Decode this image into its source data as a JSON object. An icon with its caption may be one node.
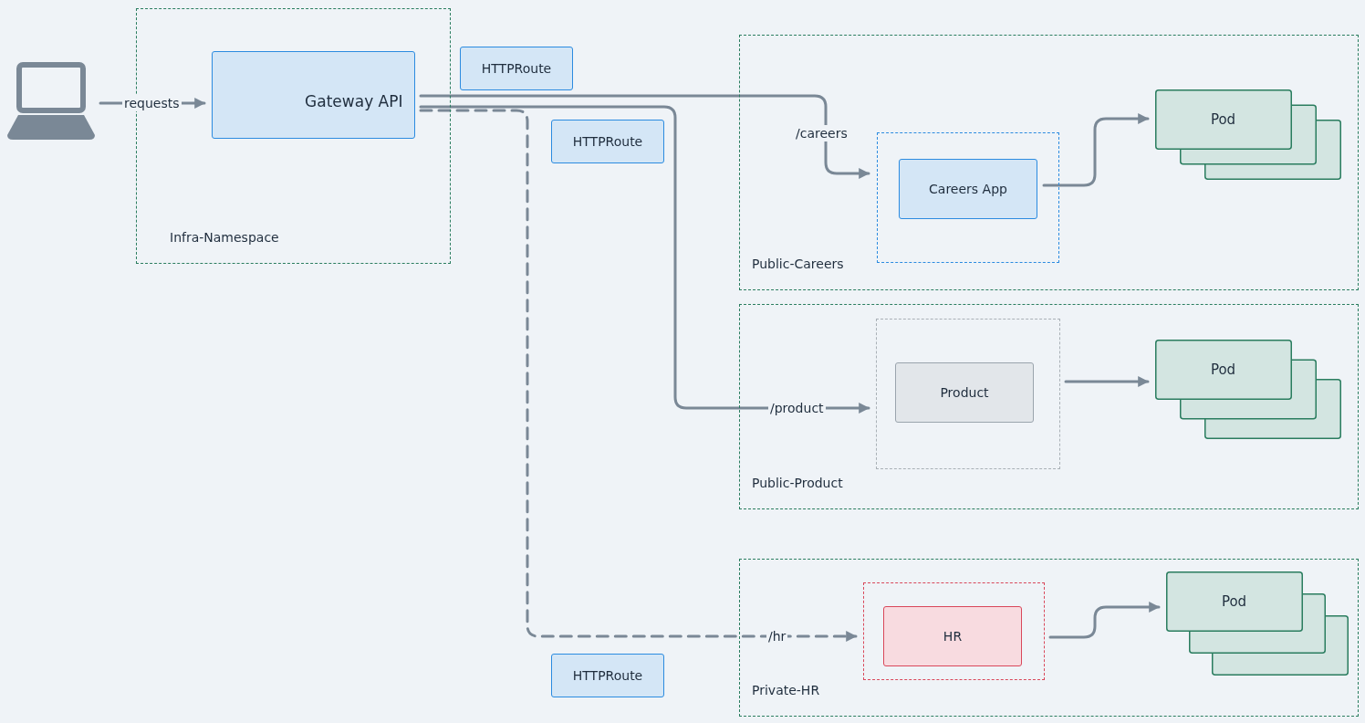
{
  "diagram": {
    "nodes": [
      {
        "text": [],
        "shape": "picture"
      },
      {
        "text": [
          "Infra-Namespace"
        ]
      },
      {
        "text": [
          "Gateway API"
        ],
        "in": 1
      },
      {
        "text": [
          "HTTPRoute"
        ]
      },
      {
        "text": [
          "HTTPRoute"
        ]
      },
      {
        "text": [
          "Public-Careers"
        ]
      },
      {
        "text": [],
        "shape": "box",
        "in": 5
      },
      {
        "text": [
          "Careers App"
        ],
        "in": 6
      },
      {
        "text": [
          "Pod"
        ],
        "in": 5
      },
      {
        "text": [
          "Public-Product"
        ]
      },
      {
        "text": [],
        "shape": "box",
        "in": 9
      },
      {
        "text": [
          "Product"
        ],
        "in": 10
      },
      {
        "text": [
          "Pod"
        ],
        "in": 9
      },
      {
        "text": [
          "Private-HR"
        ]
      },
      {
        "text": [],
        "shape": "box",
        "in": 13
      },
      {
        "text": [
          "HR"
        ],
        "in": 14
      },
      {
        "text": [
          "Pod"
        ],
        "in": 13
      },
      {
        "text": [
          "HTTPRoute"
        ]
      }
    ],
    "edges": [
      {
        "from": 0,
        "to": 2,
        "arrow": "to",
        "label": "requests"
      },
      {
        "from": 2,
        "to": 6,
        "arrow": "to",
        "label": "/careers"
      },
      {
        "from": 2,
        "to": 10,
        "arrow": "to",
        "label": "/product"
      },
      {
        "from": 2,
        "to": 14,
        "arrow": "to",
        "label": "/hr",
        "style": "dashed"
      },
      {
        "from": 7,
        "to": 8,
        "arrow": "to"
      },
      {
        "from": 10,
        "to": 12,
        "arrow": "to"
      },
      {
        "from": 14,
        "to": 16,
        "arrow": "to"
      }
    ]
  }
}
